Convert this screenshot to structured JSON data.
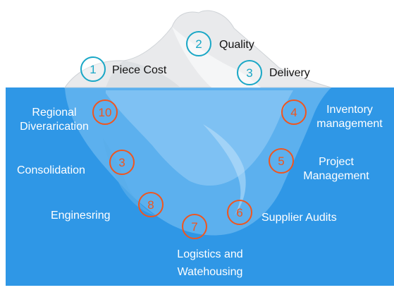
{
  "above_water": [
    {
      "number": "1",
      "label": "Piece Cost"
    },
    {
      "number": "2",
      "label": "Quality"
    },
    {
      "number": "3",
      "label": "Delivery"
    }
  ],
  "below_water": [
    {
      "number": "10",
      "label_lines": [
        "Regional",
        "Diverarication"
      ]
    },
    {
      "number": "3",
      "label_lines": [
        "Consolidation"
      ]
    },
    {
      "number": "8",
      "label_lines": [
        "Enginesring"
      ]
    },
    {
      "number": "7",
      "label_lines": [
        "Logistics and",
        "Watehousing"
      ]
    },
    {
      "number": "6",
      "label_lines": [
        "Supplier Audits"
      ]
    },
    {
      "number": "5",
      "label_lines": [
        "Project",
        "Management"
      ]
    },
    {
      "number": "4",
      "label_lines": [
        "Inventory",
        "management"
      ]
    }
  ],
  "colors": {
    "water": "#2f97e6",
    "visible_ring": "#19a7c6",
    "hidden_ring": "#f0551e"
  }
}
